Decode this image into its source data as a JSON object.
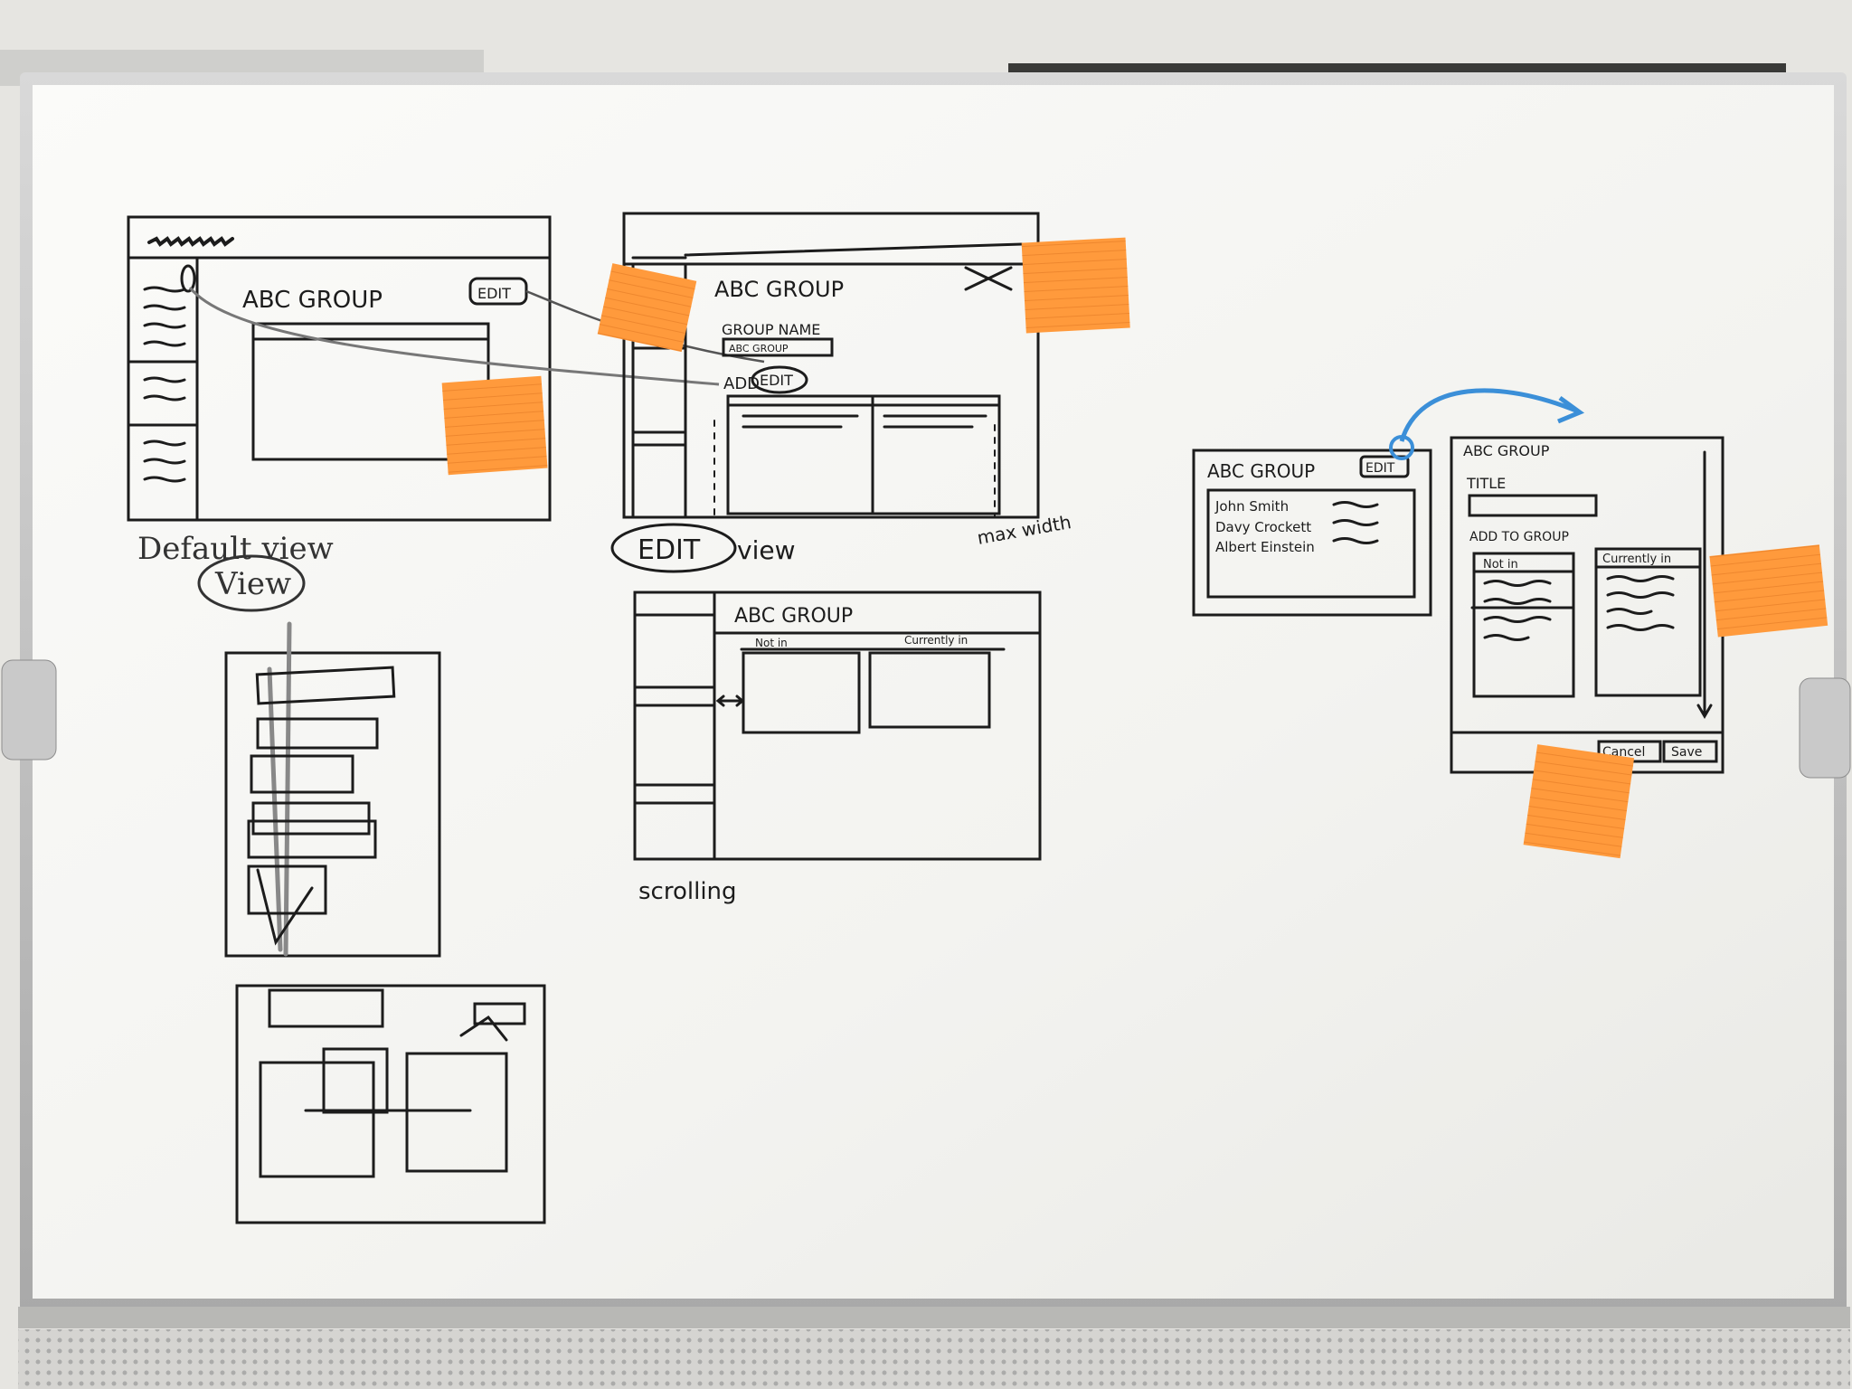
{
  "sketch1": {
    "title": "ABC GROUP",
    "edit": "EDIT",
    "caption": "Default view",
    "caption2": "View"
  },
  "sketch2": {
    "title": "ABC GROUP",
    "group_name_label": "GROUP NAME",
    "group_name_value": "ABC GROUP",
    "add_label": "ADD",
    "edit": "EDIT",
    "caption_edit": "EDIT",
    "caption_view": "view",
    "max_width": "max width"
  },
  "sketch3": {
    "title": "ABC GROUP",
    "col_not_in": "Not in",
    "col_currently_in": "Currently in",
    "caption": "scrolling"
  },
  "sketch4": {
    "title": "ABC GROUP",
    "edit": "EDIT",
    "members": [
      "John Smith",
      "Davy Crockett",
      "Albert Einstein"
    ]
  },
  "sketch5": {
    "title": "ABC GROUP",
    "title_label": "TITLE",
    "add_to_group": "ADD TO GROUP",
    "col_not_in": "Not in",
    "col_currently_in": "Currently in",
    "cancel": "Cancel",
    "save": "Save"
  },
  "colors": {
    "board": "#f7f7f5",
    "marker": "#1c1c1c",
    "sticky": "#ff9a3c",
    "blue_marker": "#3b8fd8"
  }
}
